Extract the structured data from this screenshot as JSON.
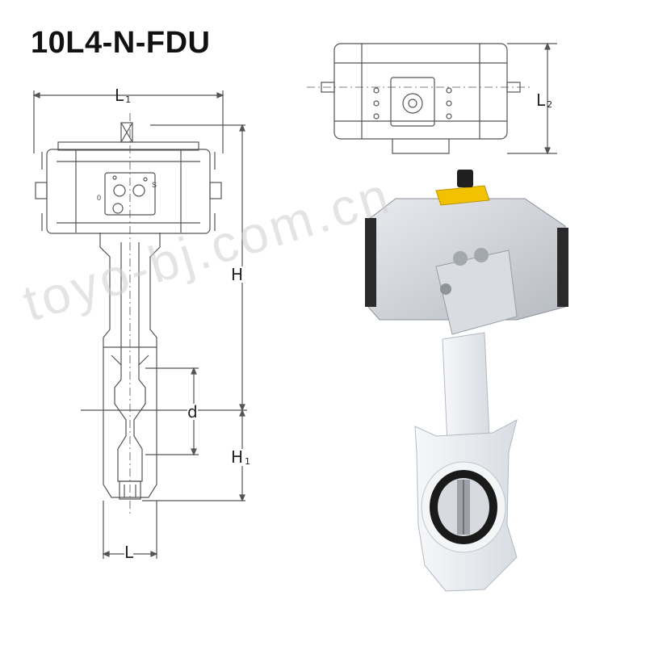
{
  "title": "10L4-N-FDU",
  "dimensions": {
    "L1": {
      "main": "L",
      "sub": "1"
    },
    "L2": {
      "main": "L",
      "sub": "2"
    },
    "H": {
      "main": "H",
      "sub": ""
    },
    "H1": {
      "main": "H",
      "sub": "1"
    },
    "d": {
      "main": "d",
      "sub": ""
    },
    "L": {
      "main": "L",
      "sub": ""
    }
  },
  "actuator_marks": {
    "open": "0",
    "shut": "S"
  },
  "watermark": "toyo-bj.com.cn",
  "colors": {
    "line": "#555555",
    "accent_yellow": "#f2c200",
    "body_white": "#eef0f3",
    "liner_black": "#1a1a1a",
    "actuator_silver": "#c9ccd1"
  }
}
